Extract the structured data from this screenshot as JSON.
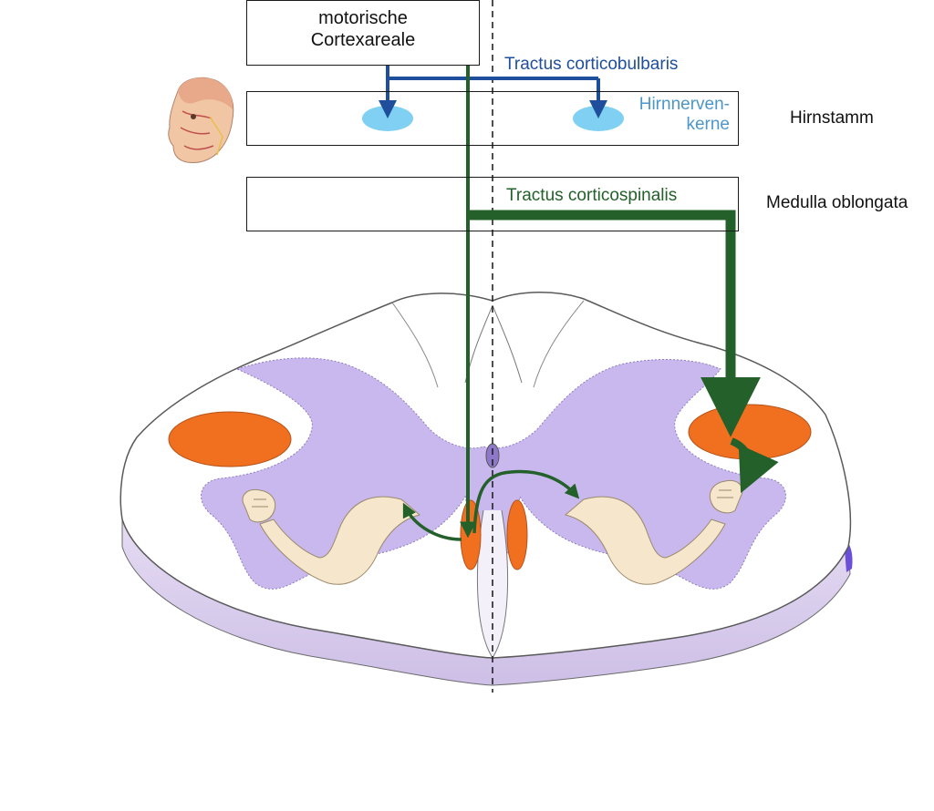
{
  "boxes": {
    "cortex_line1": "motorische",
    "cortex_line2": "Cortexareale"
  },
  "labels": {
    "corticobulbar": "Tractus corticobulbaris",
    "cranial_nuclei_line1": "Hirnnerven-",
    "cranial_nuclei_line2": "kerne",
    "brainstem": "Hirnstamm",
    "corticospinal": "Tractus corticospinalis",
    "medulla": "Medulla oblongata"
  },
  "colors": {
    "corticobulbar_pathway": "#1f4e9c",
    "corticospinal_pathway": "#24602a",
    "nucleus_fill": "#7fd0f2",
    "tract_fill": "#f07020",
    "gray_matter": "#c7b6ec",
    "midline": "#222222",
    "skin": "#f5e6cc"
  },
  "icons": {
    "head": "head-muscle-icon",
    "arm_left": "arm-fist-icon",
    "arm_right": "arm-fist-icon"
  }
}
